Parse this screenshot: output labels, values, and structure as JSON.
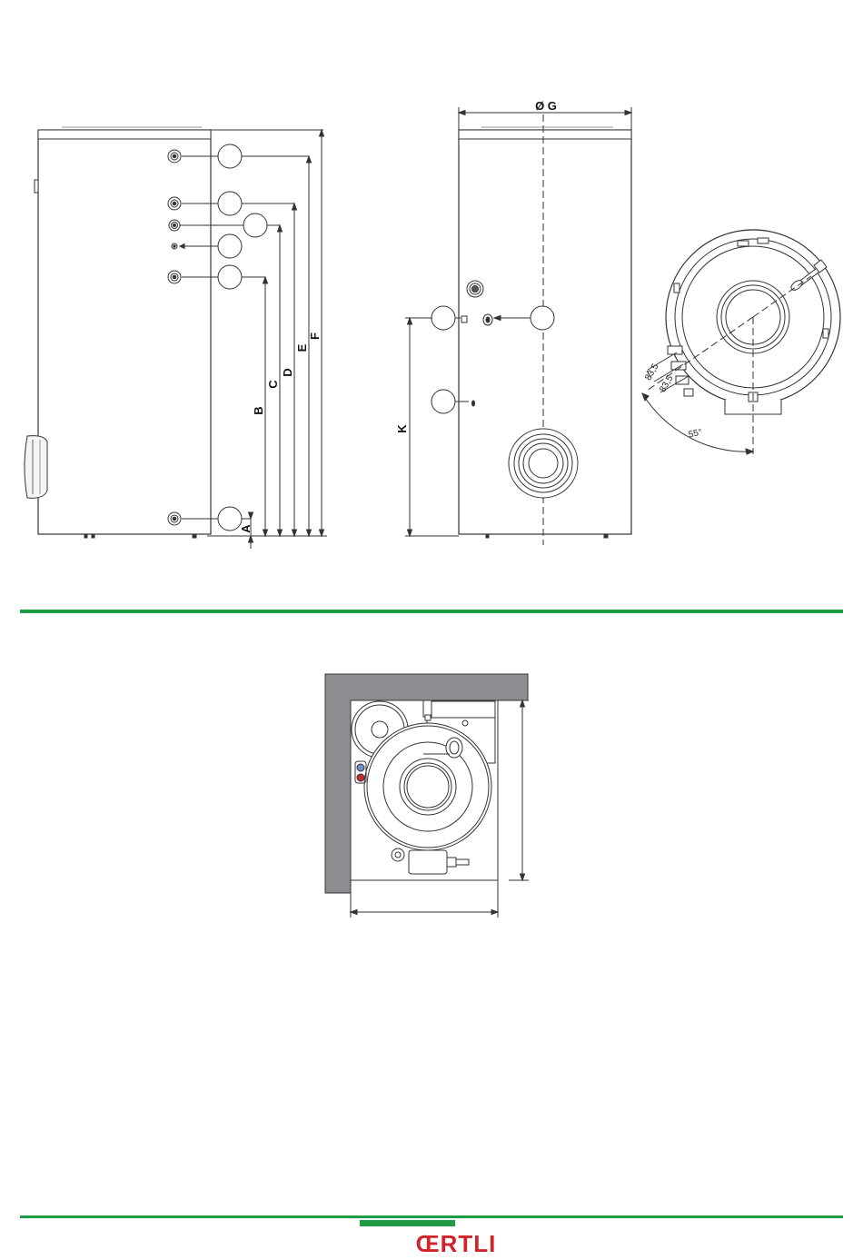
{
  "dimension_labels": {
    "A": "A",
    "B": "B",
    "C": "C",
    "D": "D",
    "E": "E",
    "F": "F",
    "G": "Ø G",
    "K": "K"
  },
  "top_view_labels": {
    "offset_1": "83,5",
    "offset_2": "83,5",
    "angle": "55°"
  },
  "colors": {
    "green_rule": "#1f9a45",
    "logo_red": "#d0242b",
    "wall_gray": "#8c8d90"
  },
  "brand": {
    "logo": "ŒRTLI"
  }
}
